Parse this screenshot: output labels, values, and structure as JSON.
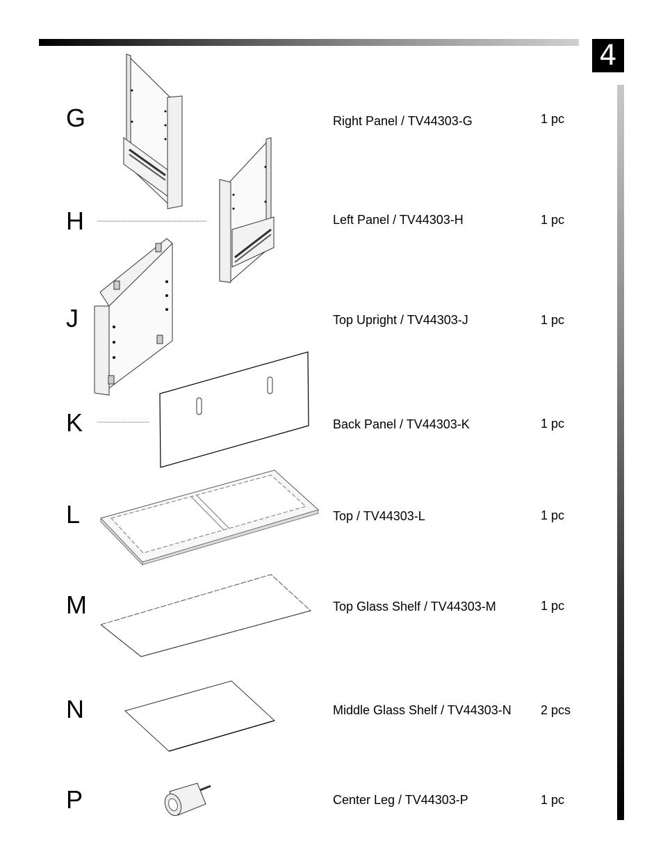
{
  "page_number": "4",
  "parts": [
    {
      "letter": "G",
      "name": "Right Panel / TV44303-G",
      "qty": "1 pc"
    },
    {
      "letter": "H",
      "name": "Left Panel / TV44303-H",
      "qty": "1 pc"
    },
    {
      "letter": "J",
      "name": "Top Upright / TV44303-J",
      "qty": "1 pc"
    },
    {
      "letter": "K",
      "name": "Back Panel / TV44303-K",
      "qty": "1 pc"
    },
    {
      "letter": "L",
      "name": "Top / TV44303-L",
      "qty": "1 pc"
    },
    {
      "letter": "M",
      "name": "Top Glass Shelf / TV44303-M",
      "qty": "1 pc"
    },
    {
      "letter": "N",
      "name": "Middle Glass Shelf / TV44303-N",
      "qty": "2 pcs"
    },
    {
      "letter": "P",
      "name": "Center Leg / TV44303-P",
      "qty": "1 pc"
    }
  ]
}
